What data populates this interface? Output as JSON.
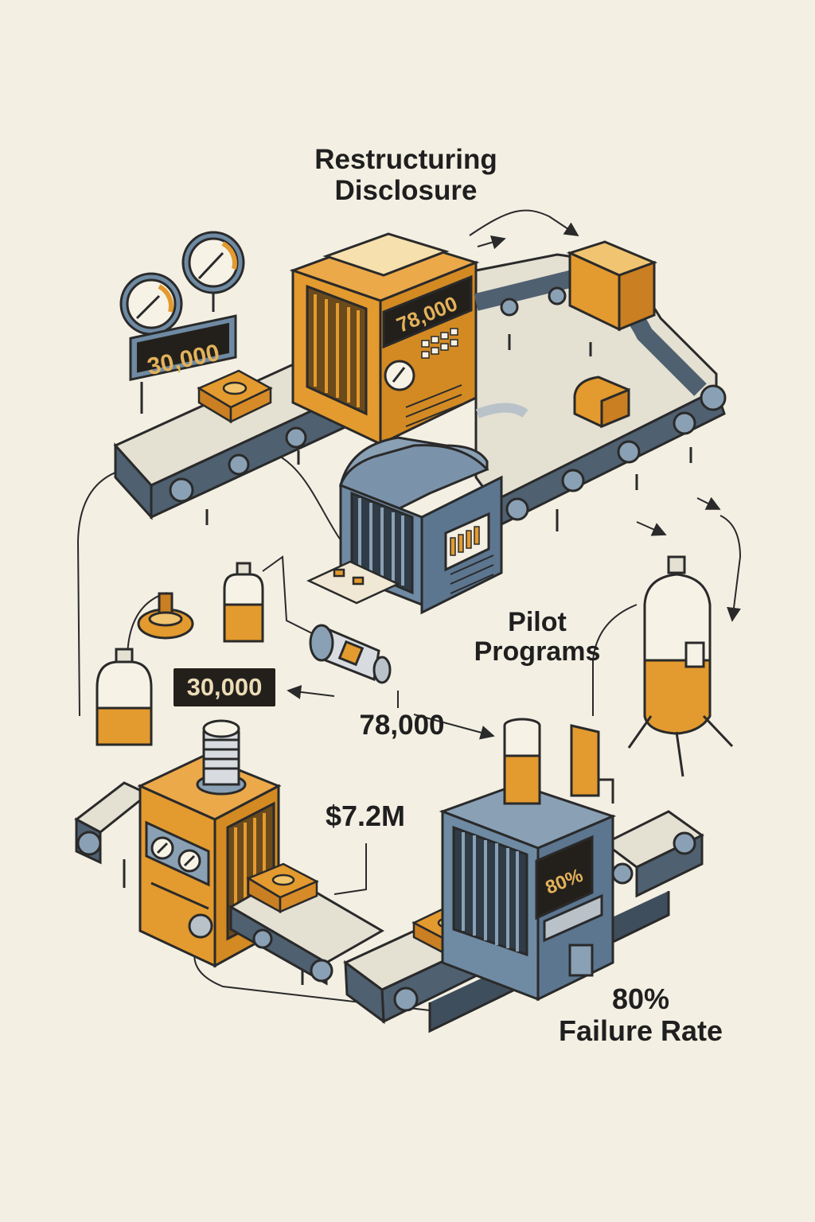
{
  "title": {
    "line1": "Restructuring",
    "line2": "Disclosure"
  },
  "pilot_label": {
    "line1": "Pilot",
    "line2": "Programs"
  },
  "failure_label": {
    "line1": "80%",
    "line2": "Failure Rate"
  },
  "figures": {
    "count_30k": "30,000",
    "count_78k": "78,000",
    "cost": "$7.2M",
    "failure_pct": "80%"
  },
  "screens": {
    "top_left_sign": "30,000",
    "top_machine_display": "78,000",
    "bottom_right_display": "80%"
  },
  "colors": {
    "orange": "#e39a2e",
    "blue_gray": "#6f8aa3",
    "belt_dark": "#4f6070",
    "belt_light": "#e4e0d2",
    "ink": "#2a2a2a",
    "background": "#f3efe3"
  }
}
